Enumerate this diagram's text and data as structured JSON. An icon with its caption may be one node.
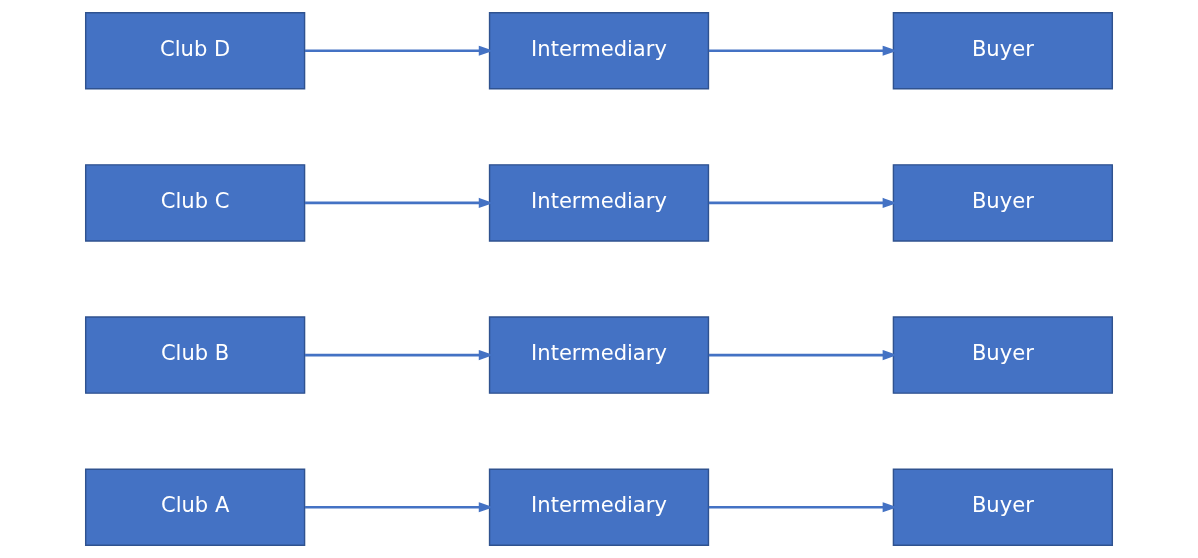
{
  "diagram": {
    "nodes": [
      {
        "text": [
          "Club A"
        ]
      },
      {
        "text": [
          "Intermediary"
        ]
      },
      {
        "text": [
          "Buyer"
        ]
      },
      {
        "text": [
          "Club B"
        ]
      },
      {
        "text": [
          "Intermediary"
        ]
      },
      {
        "text": [
          "Buyer"
        ]
      },
      {
        "text": [
          "Club C"
        ]
      },
      {
        "text": [
          "Intermediary"
        ]
      },
      {
        "text": [
          "Buyer"
        ]
      },
      {
        "text": [
          "Club D"
        ]
      },
      {
        "text": [
          "Intermediary"
        ]
      },
      {
        "text": [
          "Buyer"
        ]
      }
    ],
    "edges": [
      {
        "from": 0,
        "to": 1,
        "arrow": "to"
      },
      {
        "from": 1,
        "to": 2,
        "arrow": "to"
      },
      {
        "from": 3,
        "to": 4,
        "arrow": "to"
      },
      {
        "from": 4,
        "to": 5,
        "arrow": "to"
      },
      {
        "from": 6,
        "to": 7,
        "arrow": "to"
      },
      {
        "from": 7,
        "to": 8,
        "arrow": "to"
      },
      {
        "from": 9,
        "to": 10,
        "arrow": "to"
      },
      {
        "from": 10,
        "to": 11,
        "arrow": "to"
      }
    ]
  }
}
